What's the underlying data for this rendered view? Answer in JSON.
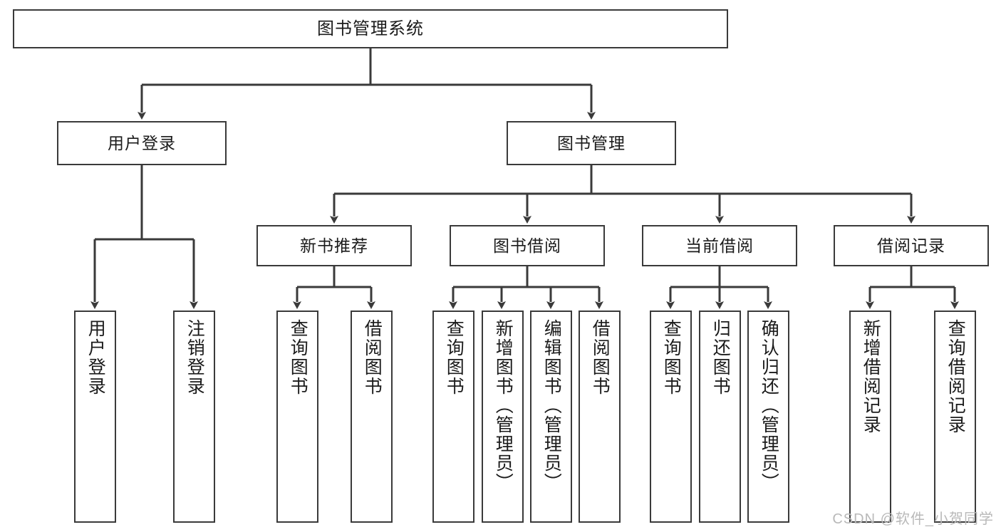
{
  "diagram": {
    "title": "图书管理系统",
    "type": "tree-hierarchy-chart",
    "watermark": "CSDN @软件_小贺同学",
    "colors": {
      "box_border": "#3a3a3a",
      "box_fill": "#ffffff",
      "connector": "#3a3a3a",
      "text": "#1b1b1b",
      "watermark": "#b9b9b9"
    },
    "root": {
      "label": "图书管理系统"
    },
    "level2": [
      {
        "id": "user-login",
        "label": "用户登录"
      },
      {
        "id": "book-manage",
        "label": "图书管理"
      }
    ],
    "level3": [
      {
        "id": "new-book-recommend",
        "label": "新书推荐"
      },
      {
        "id": "book-borrow",
        "label": "图书借阅"
      },
      {
        "id": "current-borrow",
        "label": "当前借阅"
      },
      {
        "id": "borrow-record",
        "label": "借阅记录"
      }
    ],
    "leaves": {
      "user_login": [
        {
          "id": "leaf-user-login",
          "label": "用户登录"
        },
        {
          "id": "leaf-logout-login",
          "label": "注销登录"
        }
      ],
      "new_book_recommend": [
        {
          "id": "leaf-query-book-1",
          "label": "查询图书"
        },
        {
          "id": "leaf-borrow-book-1",
          "label": "借阅图书"
        }
      ],
      "book_borrow": [
        {
          "id": "leaf-query-book-2",
          "label": "查询图书"
        },
        {
          "id": "leaf-add-book",
          "label": "新增图书（管理员）"
        },
        {
          "id": "leaf-edit-book",
          "label": "编辑图书（管理员）"
        },
        {
          "id": "leaf-borrow-book-2",
          "label": "借阅图书"
        }
      ],
      "current_borrow": [
        {
          "id": "leaf-query-book-3",
          "label": "查询图书"
        },
        {
          "id": "leaf-return-book",
          "label": "归还图书"
        },
        {
          "id": "leaf-confirm-return",
          "label": "确认归还（管理员）"
        }
      ],
      "borrow_record": [
        {
          "id": "leaf-add-record",
          "label": "新增借阅记录"
        },
        {
          "id": "leaf-query-record",
          "label": "查询借阅记录"
        }
      ]
    }
  }
}
